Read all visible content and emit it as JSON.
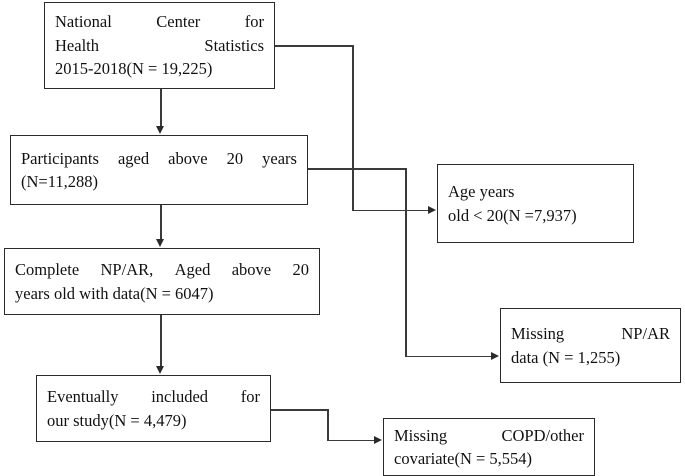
{
  "figure": {
    "type": "flowchart",
    "title": "Study participant selection flow diagram",
    "colors": {
      "box_border": "#2b2b2b",
      "connector": "#3a3a3a",
      "background": "#ffffff",
      "text": "#111111"
    }
  },
  "nodes": {
    "source": {
      "id": "source",
      "line1_a": "National",
      "line1_b": "Center",
      "line1_c": "for",
      "line2_a": "Health",
      "line2_b": "Statistics",
      "line3": "2015-2018(N = 19,225)"
    },
    "adults": {
      "id": "adults",
      "line1_a": "Participants",
      "line1_b": "aged",
      "line1_c": "above",
      "line1_d": "20",
      "line1_e": "years",
      "line2": "(N=11,288)"
    },
    "complete": {
      "id": "complete",
      "line1_a": "Complete",
      "line1_b": "NP/AR,",
      "line1_c": "Aged",
      "line1_d": "above",
      "line1_e": "20",
      "line2": "years old with data(N = 6047)"
    },
    "included": {
      "id": "included",
      "line1_a": "Eventually",
      "line1_b": "included",
      "line1_c": "for",
      "line2": "our study(N = 4,479)"
    },
    "excl_age": {
      "id": "excl_age",
      "line1": "Age years",
      "line2": "old < 20(N =7,937)"
    },
    "excl_npar": {
      "id": "excl_npar",
      "line1_a": "Missing",
      "line1_b": "NP/AR",
      "line2": "data (N = 1,255)"
    },
    "excl_copd": {
      "id": "excl_copd",
      "line1_a": "Missing",
      "line1_b": "COPD/other",
      "line2": "covariate(N = 5,554)"
    }
  },
  "edges": [
    {
      "id": "source-to-adults",
      "from": "source",
      "to": "adults",
      "kind": "vertical-arrow"
    },
    {
      "id": "adults-to-complete",
      "from": "adults",
      "to": "complete",
      "kind": "vertical-arrow"
    },
    {
      "id": "complete-to-included",
      "from": "complete",
      "to": "included",
      "kind": "vertical-arrow"
    },
    {
      "id": "source-to-excl-age",
      "from": "source",
      "to": "excl_age",
      "kind": "elbow-arrow"
    },
    {
      "id": "adults-to-excl-npar",
      "from": "adults",
      "to": "excl_npar",
      "kind": "elbow-arrow"
    },
    {
      "id": "included-to-excl-copd",
      "from": "included",
      "to": "excl_copd",
      "kind": "elbow-arrow"
    }
  ]
}
